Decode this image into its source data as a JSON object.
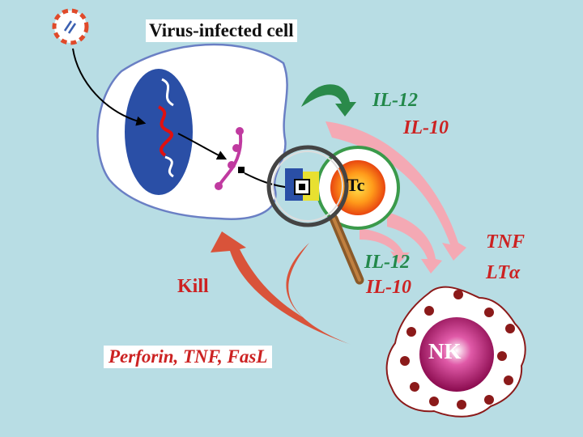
{
  "labels": {
    "title": "Virus-infected cell",
    "cytokines_top_1": "IL-12",
    "cytokines_top_2": "IL-10",
    "tnf": "TNF",
    "lt_alpha": "LTα",
    "cytokines_mid_1": "IL-12",
    "cytokines_mid_2": "IL-10",
    "kill": "Kill",
    "effectors": "Perforin, TNF, FasL",
    "tc_cell": "Tc",
    "nk_cell": "NK"
  },
  "colors": {
    "background": "#b8dde4",
    "nucleus": "#2a4fa6",
    "green_label": "#22884a",
    "red_label": "#cc2222",
    "pink_arrow": "#f4a9b4",
    "kill_arrow": "#d9533a",
    "nk_nucleus": "#a0105a",
    "nk_granule": "#8b1a1a"
  }
}
